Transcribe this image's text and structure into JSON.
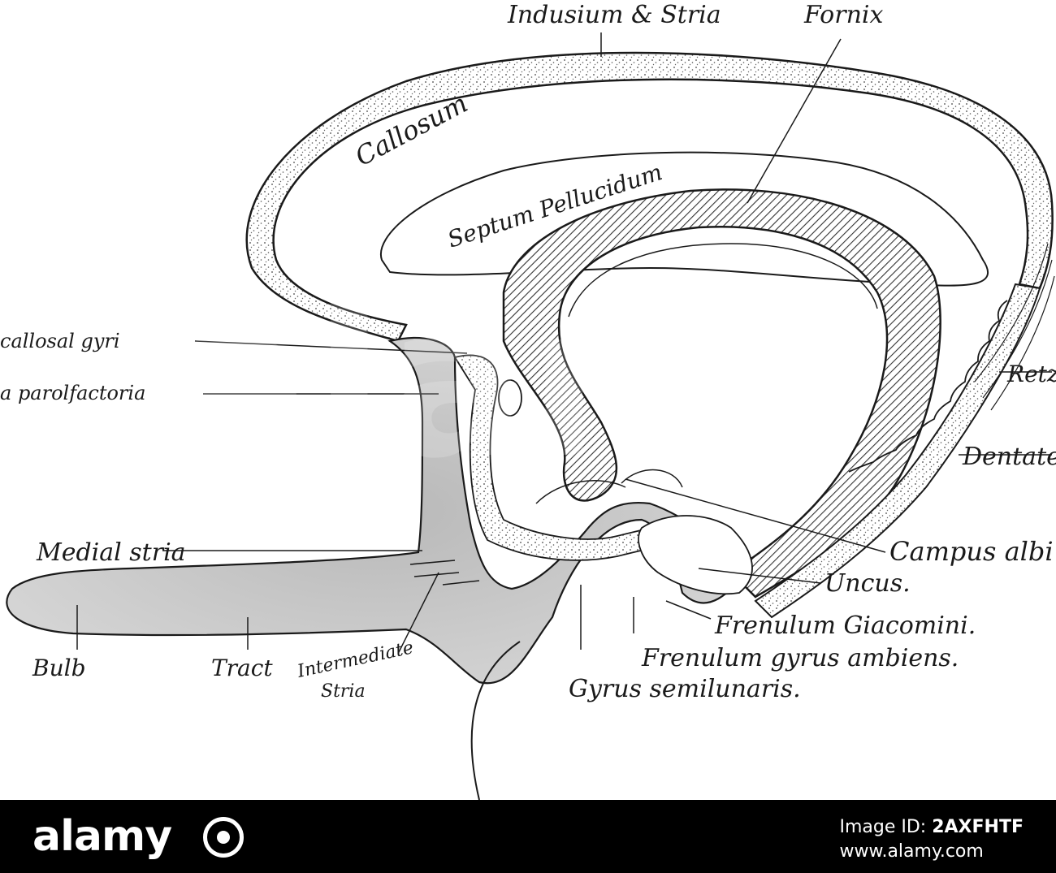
{
  "labels": {
    "indusium": "Indusium & Stria",
    "fornix": "Fornix",
    "callosum": "Callosum",
    "septum": "Septum Pellucidum",
    "callosal_gyri": "callosal gyri",
    "parolfactoria": "a parolfactoria",
    "retz": "Retz",
    "dentate": "Dentate g",
    "medial_stria": "Medial stria",
    "campus": "Campus albi",
    "uncus": "Uncus.",
    "frenulum_giacomini": "Frenulum Giacomini.",
    "frenulum_ambiens": "Frenulum gyrus ambiens.",
    "gyrus_semilunaris": "Gyrus semilunaris.",
    "bulb": "Bulb",
    "tract": "Tract",
    "intermediate_1": "Intermediate",
    "intermediate_2": "Stria"
  },
  "watermark": "alamy",
  "footer": {
    "logo": "alamy",
    "image_id_label": "Image ID:",
    "image_id": "2AXFHTF",
    "url": "www.alamy.com"
  },
  "colors": {
    "ink": "#1a1a1a",
    "gray_region": "#c9c9c9",
    "footer_bg": "#000000"
  }
}
